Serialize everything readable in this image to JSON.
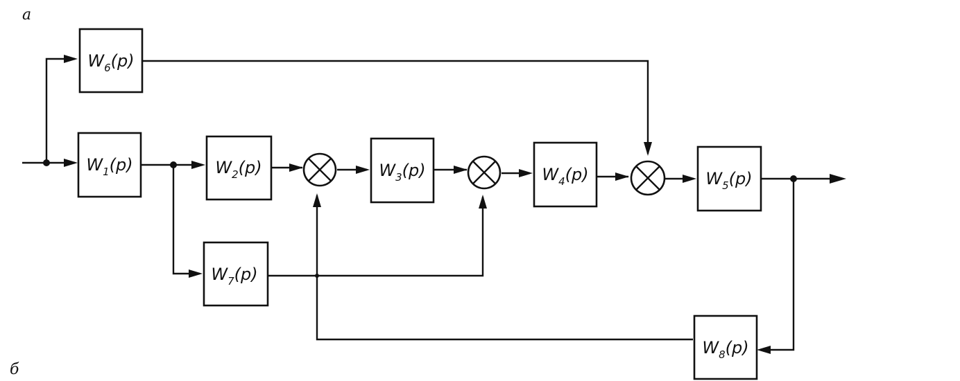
{
  "corner_labels": {
    "top": "a",
    "bottom": "б"
  },
  "blocks": [
    {
      "id": "w6",
      "letter": "W",
      "sub": "6",
      "arg": "(p)"
    },
    {
      "id": "w1",
      "letter": "W",
      "sub": "1",
      "arg": "(p)"
    },
    {
      "id": "w2",
      "letter": "W",
      "sub": "2",
      "arg": "(p)"
    },
    {
      "id": "w3",
      "letter": "W",
      "sub": "3",
      "arg": "(p)"
    },
    {
      "id": "w4",
      "letter": "W",
      "sub": "4",
      "arg": "(p)"
    },
    {
      "id": "w5",
      "letter": "W",
      "sub": "5",
      "arg": "(p)"
    },
    {
      "id": "w7",
      "letter": "W",
      "sub": "7",
      "arg": "(p)"
    },
    {
      "id": "w8",
      "letter": "W",
      "sub": "8",
      "arg": "(p)"
    }
  ],
  "summing_junctions": [
    "sum1",
    "sum2",
    "sum3"
  ],
  "connections": [
    {
      "from": "input",
      "to": "w1"
    },
    {
      "from": "input",
      "to": "w6"
    },
    {
      "from": "w1",
      "to": "w2"
    },
    {
      "from": "w1",
      "to": "w7"
    },
    {
      "from": "w2",
      "to": "sum1"
    },
    {
      "from": "sum1",
      "to": "w3"
    },
    {
      "from": "w3",
      "to": "sum2"
    },
    {
      "from": "w7",
      "to": "sum2"
    },
    {
      "from": "sum2",
      "to": "w4"
    },
    {
      "from": "w4",
      "to": "sum3"
    },
    {
      "from": "w6",
      "to": "sum3"
    },
    {
      "from": "sum3",
      "to": "w5"
    },
    {
      "from": "w5",
      "to": "output"
    },
    {
      "from": "w5",
      "to": "w8"
    },
    {
      "from": "w8",
      "to": "sum1"
    }
  ]
}
